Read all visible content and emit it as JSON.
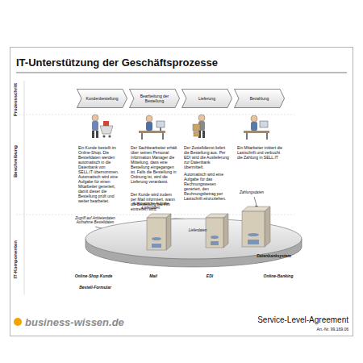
{
  "diagram": {
    "title": "IT-Unterstützung der Geschäftsprozesse",
    "nodes": [
      {
        "text": [
          "Kundenbestellung"
        ]
      },
      {
        "text": [
          "Bearbeitung der Bestellung"
        ]
      },
      {
        "text": [
          "Lieferung"
        ]
      },
      {
        "text": [
          "Bezahlung"
        ]
      },
      {
        "text": [
          "Datenbanksystem"
        ]
      }
    ],
    "labels": [
      "Prozessschritt",
      "Beschreibung",
      "IT-Komponenten",
      "Ein Kunde bestellt im Online-Shop. Die Bestelldaten werden automatisch in die Datenbank von SELL.IT übernommen. Automatisch wird eine Aufgabe für einen Mitarbeiter generiert, damit dieser die Bestellung prüft und weiter bearbeitet.",
      "Der Sachbearbeiter erhält über seinen Personal Information Manager die Mitteilung, dass eine Bestellung eingegangen ist. Falls die Bestellung in Ordnung ist, wird die Lieferung veranlasst.",
      "Der Kunde wird zudem per Mail informiert, wann die Bestellung bei ihm eintreffen wird.",
      "Der Zustelldienst liefert die Bestellung aus. Per EDI wird die Auslieferung zur Datenbank übermittelt.",
      "Automatisch wird eine Aufgabe für das Rechnungswesen generiert, den Rechnungsbetrag per Lastschrift einzuziehen.",
      "Ein Mitarbeiter initiiert die Lastschrift und verbucht die Zahlung in SELL.IT",
      "Zugriff auf Anbieterdaten Aufnahme Bestelldaten",
      "Automatische Aufgabe Lieferdaten",
      "Lieferdaten",
      "Zahlungsdaten",
      "Online-Shop Kunde",
      "Bestell-Formular",
      "Mail",
      "EDI",
      "Online-Banking",
      "business-wissen.de",
      "Service-Level-Agreement",
      "Art.-Nr. 99.169.06"
    ]
  }
}
